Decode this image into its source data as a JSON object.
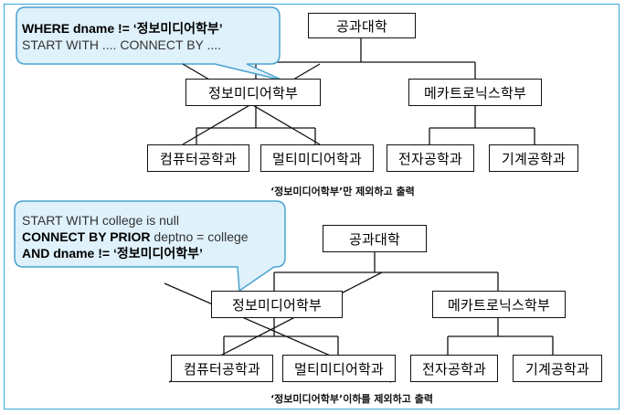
{
  "colors": {
    "callout_fill": "#dff1fb",
    "callout_stroke": "#4aa3cf",
    "frame": "#37a6d8"
  },
  "top": {
    "callout": {
      "line1": "WHERE dname != ‘정보미디어학부’",
      "line2": "START WITH ....   CONNECT BY ...."
    },
    "nodes": {
      "root": "공과대학",
      "info": "정보미디어학부",
      "mech": "메카트로닉스학부",
      "comp": "컴퓨터공학과",
      "multi": "멀티미디어학과",
      "elec": "전자공학과",
      "machine": "기계공학과"
    },
    "caption": "‘정보미디어학부’만 제외하고 출력"
  },
  "bottom": {
    "callout": {
      "line1": "START WITH college is null",
      "line2_bold": "CONNECT BY PRIOR",
      "line2_rest": " deptno = college",
      "line3": "AND  dname != ‘정보미디어학부’"
    },
    "nodes": {
      "root": "공과대학",
      "info": "정보미디어학부",
      "mech": "메카트로닉스학부",
      "comp": "컴퓨터공학과",
      "multi": "멀티미디어학과",
      "elec": "전자공학과",
      "machine": "기계공학과"
    },
    "caption": "‘정보미디어학부’이하를 제외하고 출력"
  }
}
